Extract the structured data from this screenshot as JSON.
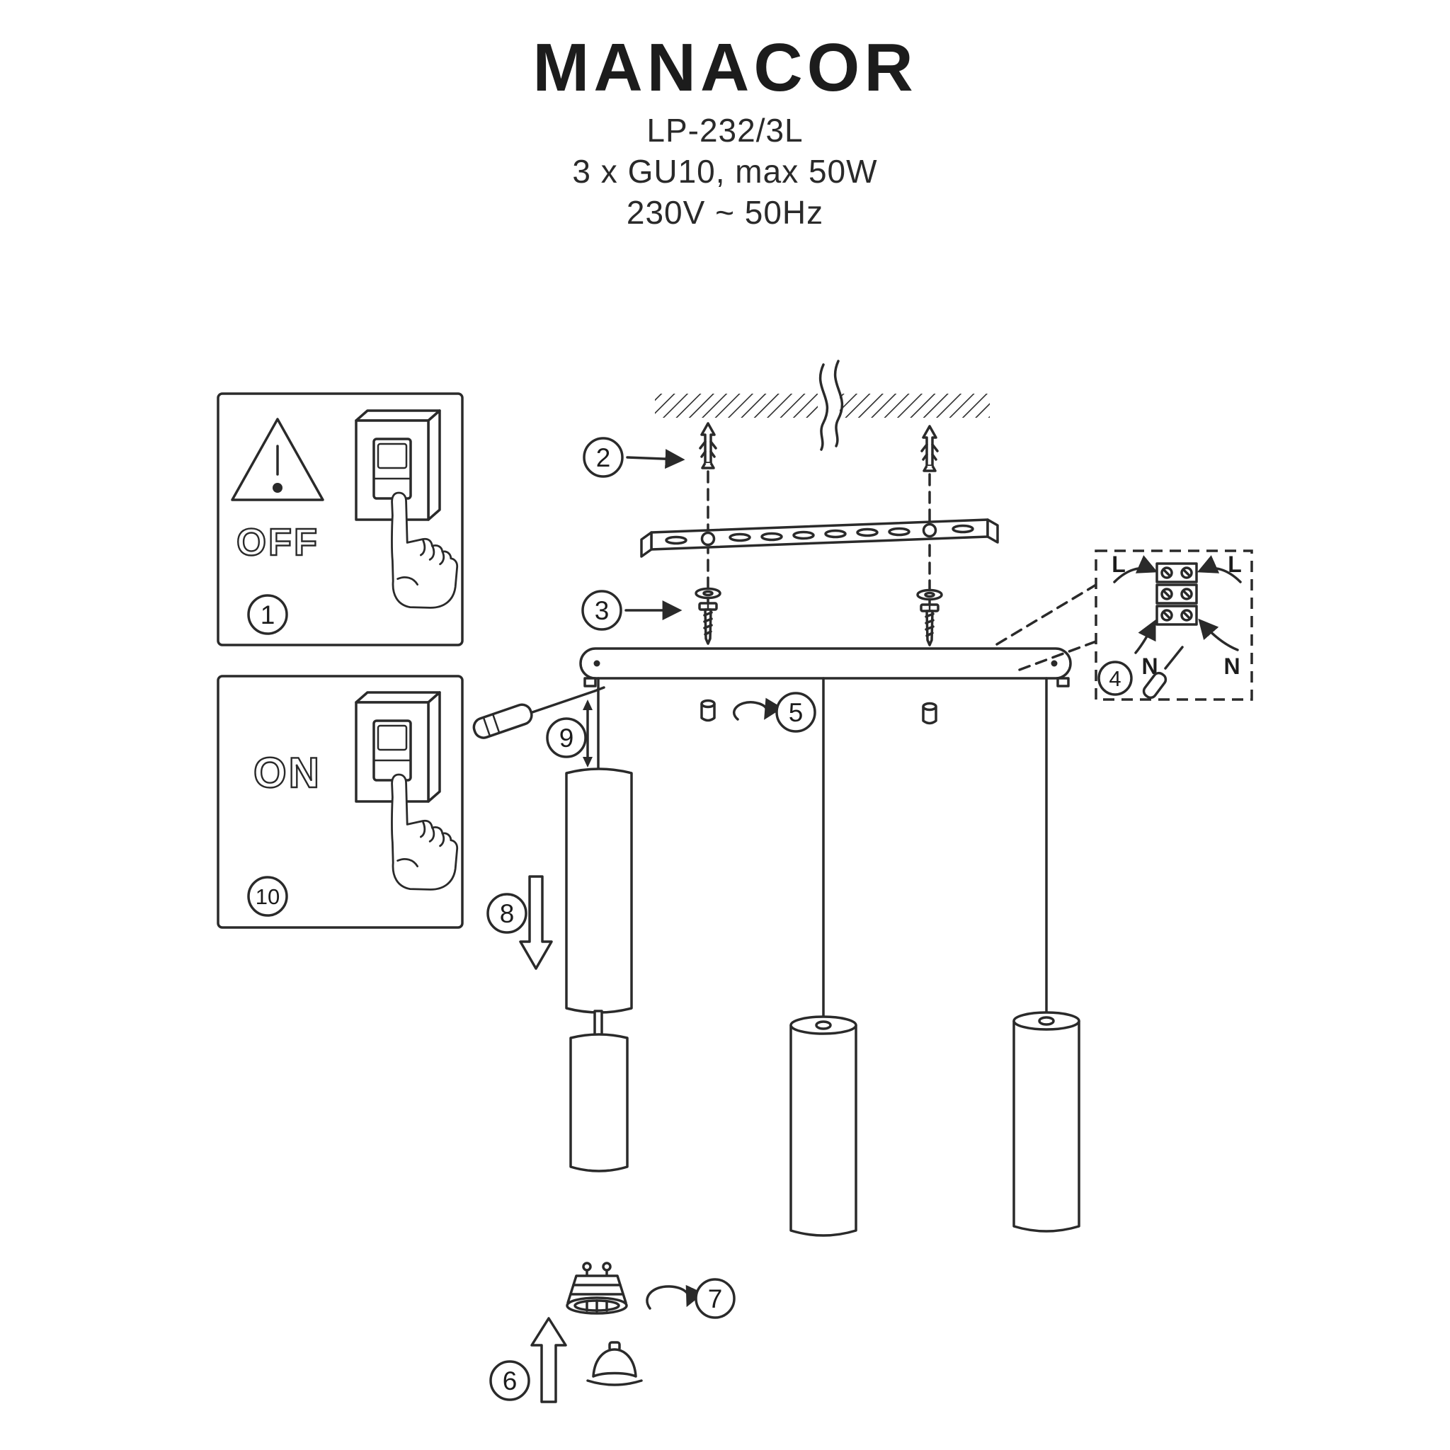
{
  "header": {
    "title": "MANACOR",
    "model": "LP-232/3L",
    "bulb_spec": "3 x GU10, max 50W",
    "power_spec": "230V ~ 50Hz"
  },
  "panels": {
    "off_label": "OFF",
    "on_label": "ON"
  },
  "steps": {
    "step1": "1",
    "step2": "2",
    "step3": "3",
    "step4": "4",
    "step5": "5",
    "step6": "6",
    "step7": "7",
    "step8": "8",
    "step9": "9",
    "step10": "10"
  },
  "wiring": {
    "live_left": "L",
    "live_right": "L",
    "neutral_left": "N",
    "neutral_right": "N"
  },
  "icons": [
    "warning-triangle-icon",
    "rocker-switch-icon",
    "pressing-hand-icon",
    "ceiling-hatch",
    "break-mark-icon",
    "wall-anchor-icon",
    "mounting-bracket",
    "washer-icon",
    "screw-icon",
    "canopy",
    "cord-grip-icon",
    "twist-arrow-icon",
    "screwdriver-icon",
    "double-arrow-icon",
    "pendant-shade",
    "terminal-block-icon",
    "gu10-bulb-icon",
    "up-arrow-icon",
    "down-arrow-icon",
    "suction-tool-icon"
  ]
}
